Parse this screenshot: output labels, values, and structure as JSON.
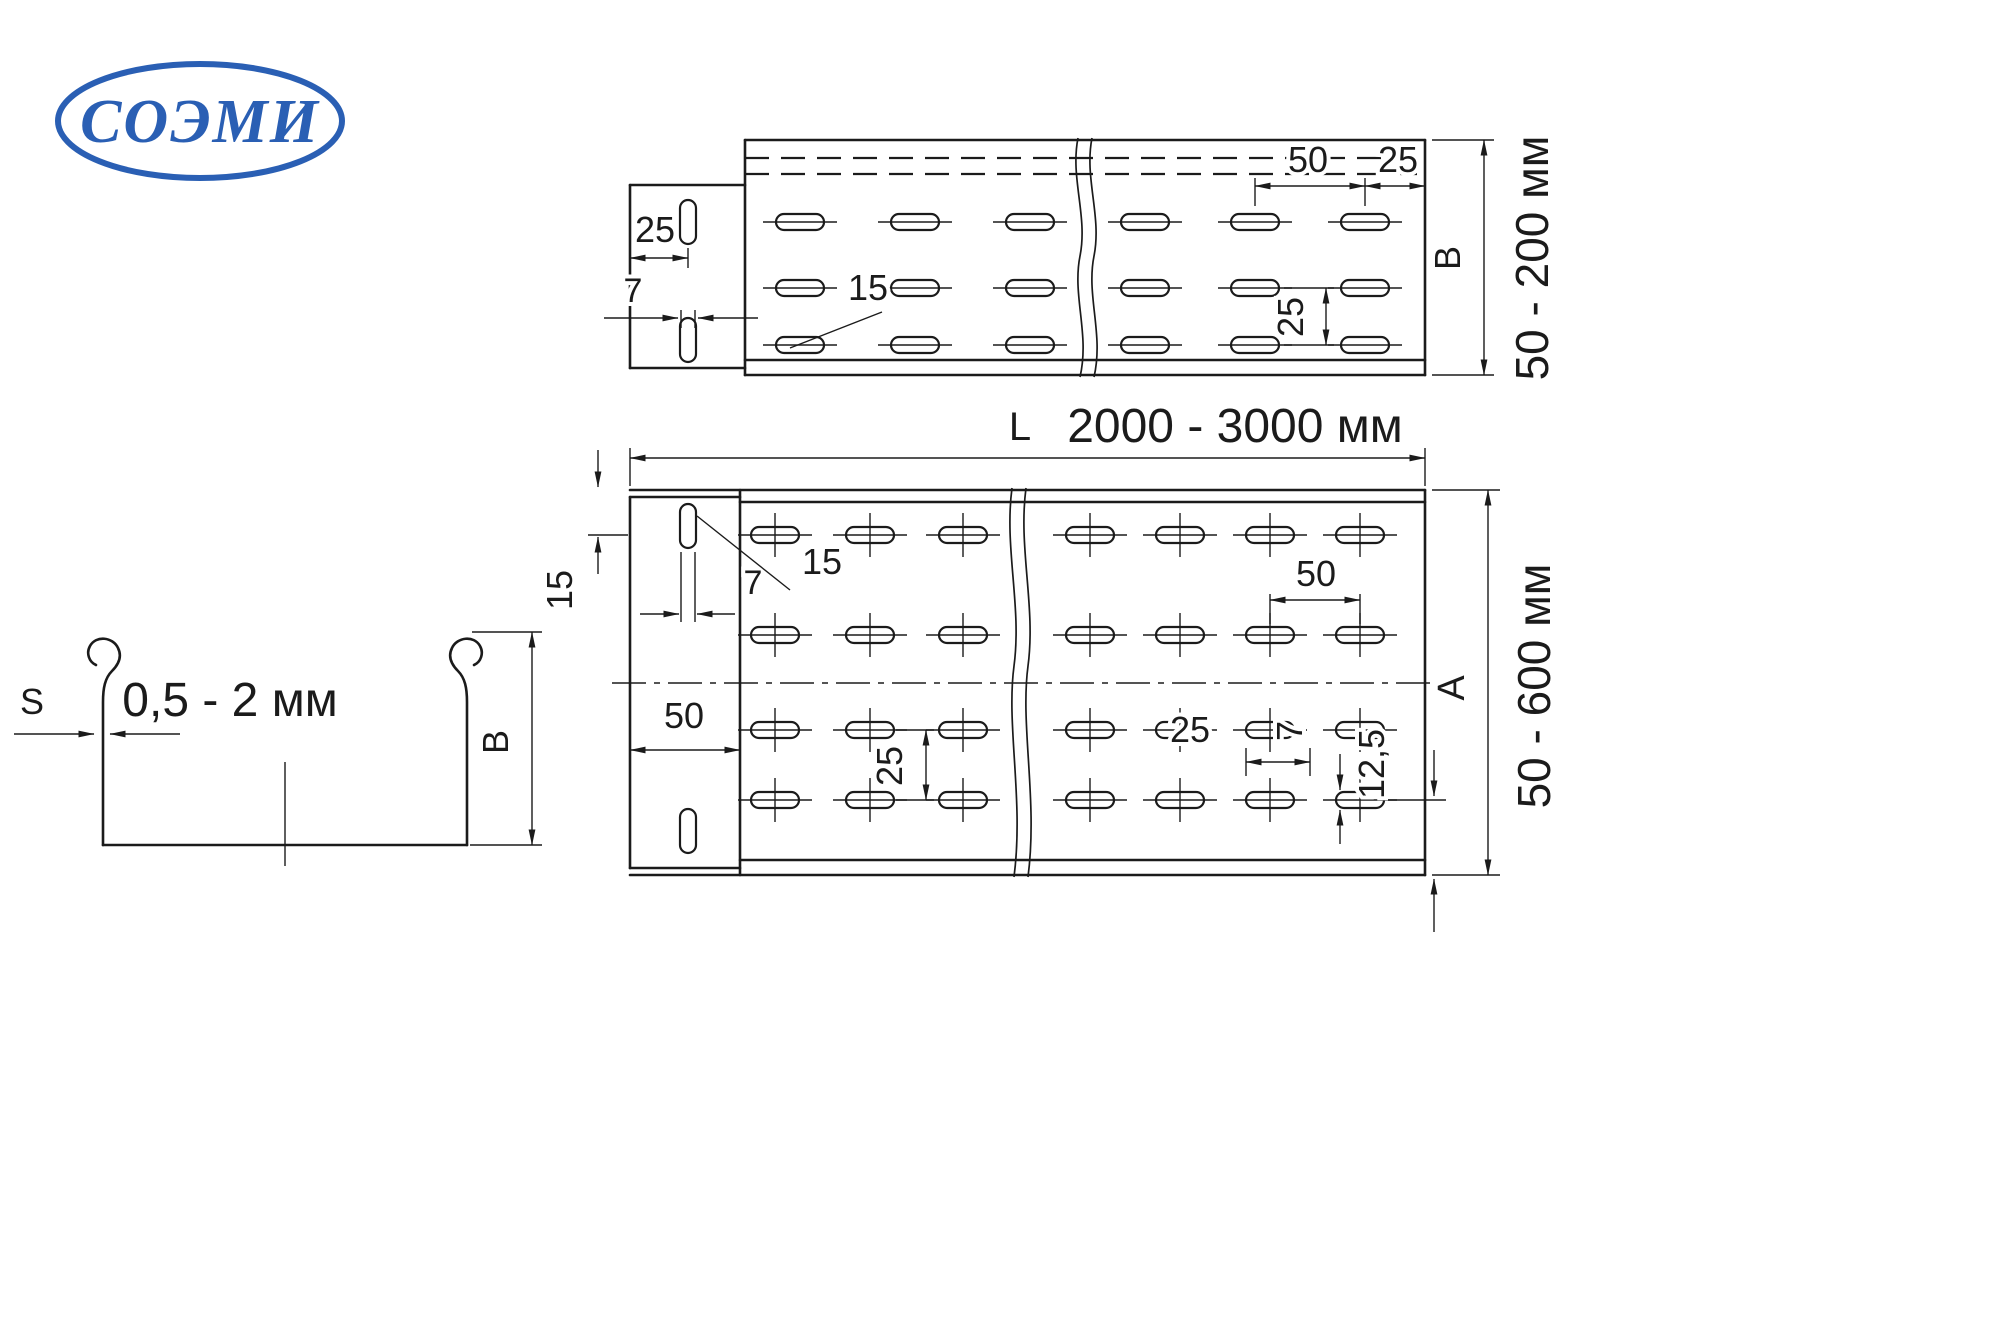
{
  "logo": {
    "text": "СОЭМИ"
  },
  "colors": {
    "line": "#1b1b1b",
    "logo_blue": "#2a5fb4"
  },
  "cross_section": {
    "s": "S",
    "thickness": "0,5 - 2 мм",
    "b": "B"
  },
  "side_view": {
    "dim_50": "50",
    "dim_25_pitch": "25",
    "dim_25_tab": "25",
    "dim_7_slot": "7",
    "dim_15_slot": "15",
    "dim_25_rows": "25",
    "b": "B",
    "height_range": "50 - 200 мм"
  },
  "plan_view": {
    "l": "L",
    "length_range": "2000 - 3000 мм",
    "dim_15_edge": "15",
    "dim_7_tab_slot": "7",
    "dim_15_tab_slot": "15",
    "dim_50_pitch": "50",
    "dim_50_tab": "50",
    "dim_25_rows": "25",
    "dim_25_slot": "25",
    "dim_7_slot": "7",
    "dim_12_5": "12,5",
    "a": "A",
    "width_range": "50 - 600 мм"
  }
}
